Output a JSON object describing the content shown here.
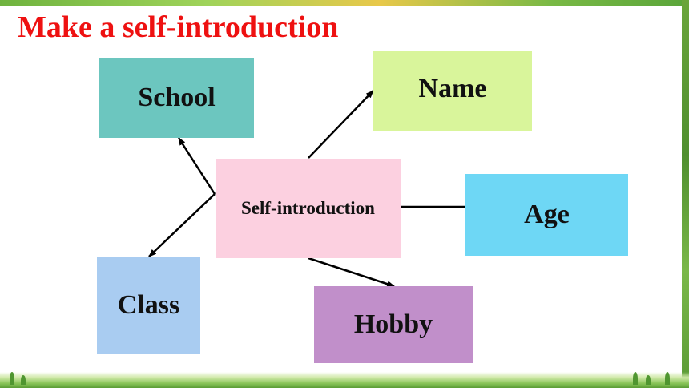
{
  "title": "Make a self-introduction",
  "nodes": {
    "center": "Self-introduction",
    "school": "School",
    "name": "Name",
    "age": "Age",
    "class": "Class",
    "hobby": "Hobby"
  },
  "colors": {
    "title": "#ee1111",
    "school": "#6cc6bf",
    "name": "#d9f59b",
    "center": "#fcd0e0",
    "age": "#6ed7f5",
    "class": "#a9ccf1",
    "hobby": "#c18fca"
  }
}
